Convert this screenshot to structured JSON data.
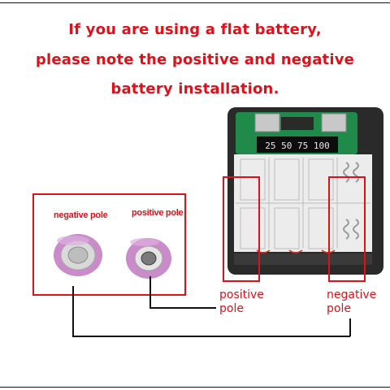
{
  "headline": {
    "line1": "If you are using a flat battery,",
    "line2": "please note the positive and negative",
    "line3": "battery installation."
  },
  "inset": {
    "negative_label": "negative pole",
    "positive_label": "positive pole"
  },
  "device": {
    "display_text": "25 50 75 100"
  },
  "callouts": {
    "positive_line1": "positive",
    "positive_line2": "pole",
    "negative_line1": "negative",
    "negative_line2": "pole"
  },
  "colors": {
    "accent_red": "#e0101a",
    "battery_purple": "#c98cc9"
  }
}
